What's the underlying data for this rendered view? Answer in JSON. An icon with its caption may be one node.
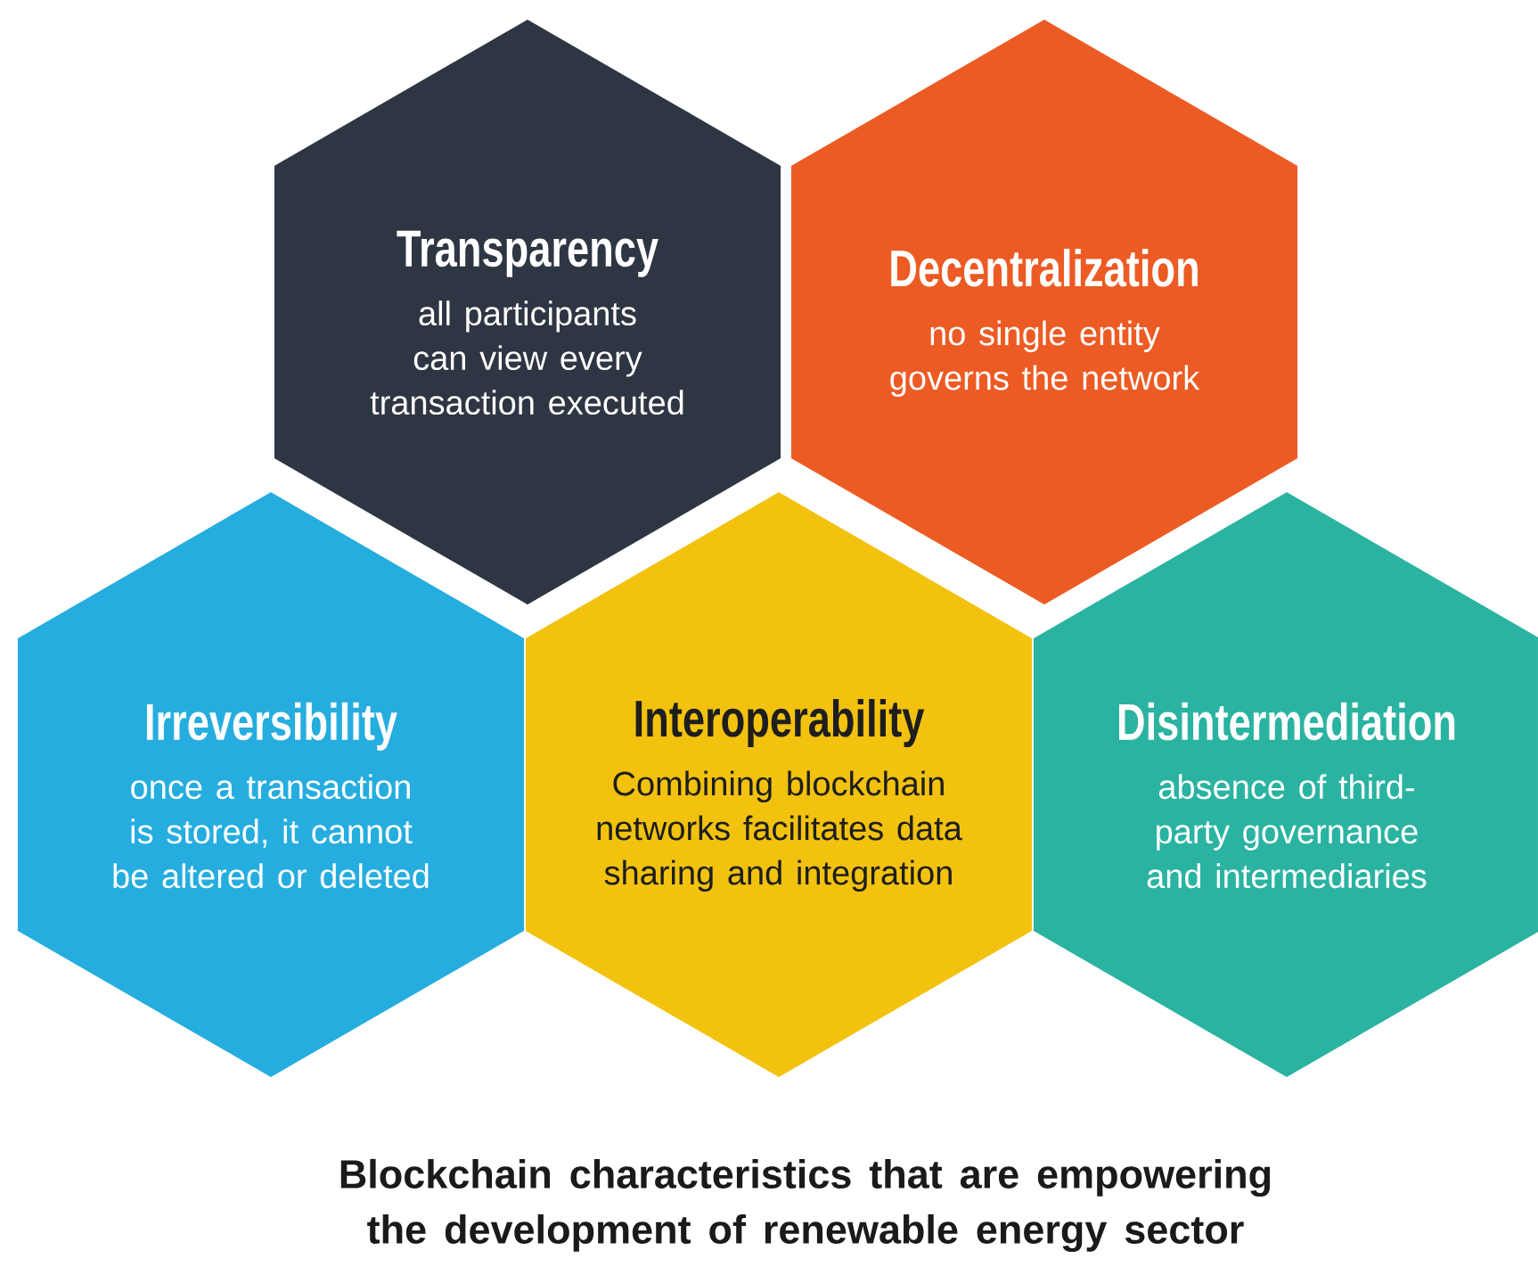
{
  "diagram": {
    "caption": "Blockchain characteristics that are empowering the development of renewable energy sector",
    "nodes": [
      {
        "text": [
          "Transparency",
          "all participants can view every transaction executed"
        ]
      },
      {
        "text": [
          "Decentralization",
          "no single entity governs the network"
        ]
      },
      {
        "text": [
          "Irreversibility",
          "once a transaction is stored, it cannot be altered or deleted"
        ]
      },
      {
        "text": [
          "Interoperability",
          "Combining blockchain networks facilitates data sharing and integration"
        ]
      },
      {
        "text": [
          "Disintermediation",
          "absence of third-party governance and intermediaries"
        ]
      }
    ]
  }
}
